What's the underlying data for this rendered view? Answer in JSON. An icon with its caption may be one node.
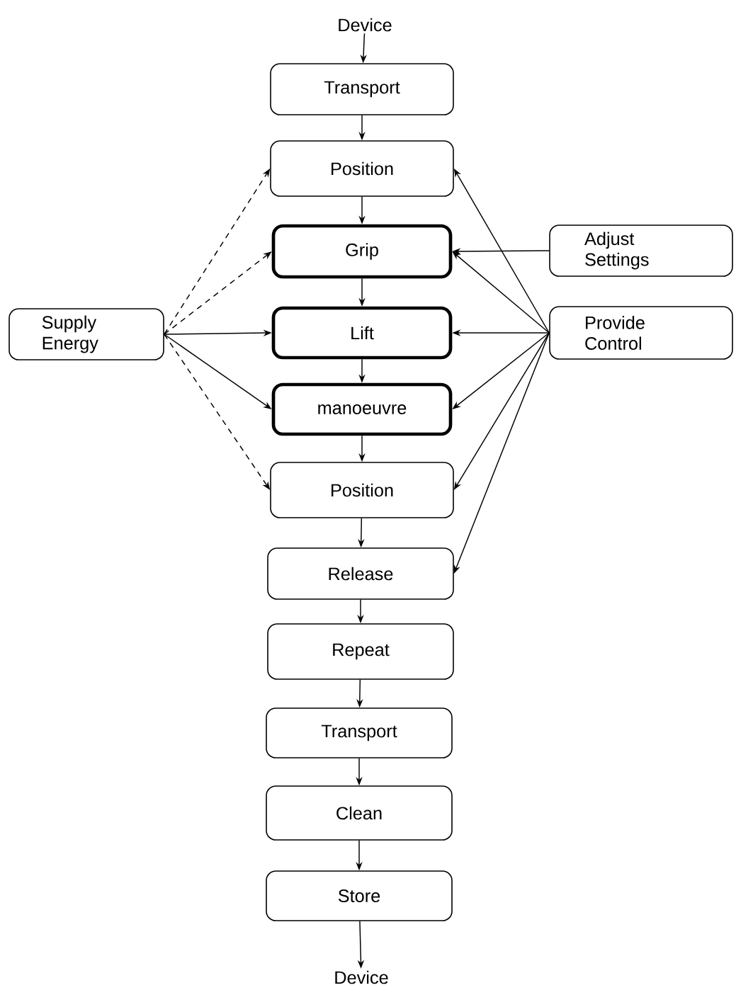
{
  "diagram": {
    "nodes": [
      {
        "text": [
          "Device"
        ]
      },
      {
        "text": [
          "Transport"
        ]
      },
      {
        "text": [
          "Position"
        ]
      },
      {
        "text": [
          "Grip"
        ]
      },
      {
        "text": [
          "Lift"
        ]
      },
      {
        "text": [
          "manoeuvre"
        ]
      },
      {
        "text": [
          "Position"
        ]
      },
      {
        "text": [
          "Release"
        ]
      },
      {
        "text": [
          "Repeat"
        ]
      },
      {
        "text": [
          "Transport"
        ]
      },
      {
        "text": [
          "Clean"
        ]
      },
      {
        "text": [
          "Store"
        ]
      },
      {
        "text": [
          "Device"
        ]
      },
      {
        "text": [
          "Supply Energy"
        ]
      },
      {
        "text": [
          "Adjust Settings"
        ]
      },
      {
        "text": [
          "Provide Control"
        ]
      }
    ],
    "edges": [
      {
        "from": 0,
        "to": 1,
        "arrow": "to"
      },
      {
        "from": 1,
        "to": 2,
        "arrow": "to"
      },
      {
        "from": 2,
        "to": 3,
        "arrow": "to"
      },
      {
        "from": 3,
        "to": 4,
        "arrow": "to"
      },
      {
        "from": 4,
        "to": 5,
        "arrow": "to"
      },
      {
        "from": 5,
        "to": 6,
        "arrow": "to"
      },
      {
        "from": 6,
        "to": 7,
        "arrow": "to"
      },
      {
        "from": 7,
        "to": 8,
        "arrow": "to"
      },
      {
        "from": 8,
        "to": 9,
        "arrow": "to"
      },
      {
        "from": 9,
        "to": 10,
        "arrow": "to"
      },
      {
        "from": 10,
        "to": 11,
        "arrow": "to"
      },
      {
        "from": 11,
        "to": 12,
        "arrow": "to"
      },
      {
        "from": 13,
        "to": 2,
        "arrow": "to",
        "style": "dashed"
      },
      {
        "from": 13,
        "to": 3,
        "arrow": "to",
        "style": "dashed"
      },
      {
        "from": 13,
        "to": 4,
        "arrow": "to"
      },
      {
        "from": 13,
        "to": 5,
        "arrow": "to"
      },
      {
        "from": 13,
        "to": 6,
        "arrow": "to",
        "style": "dashed"
      },
      {
        "from": 14,
        "to": 3,
        "arrow": "to"
      },
      {
        "from": 15,
        "to": 2,
        "arrow": "to"
      },
      {
        "from": 15,
        "to": 3,
        "arrow": "to"
      },
      {
        "from": 15,
        "to": 4,
        "arrow": "to"
      },
      {
        "from": 15,
        "to": 5,
        "arrow": "to"
      },
      {
        "from": 15,
        "to": 6,
        "arrow": "to"
      },
      {
        "from": 15,
        "to": 7,
        "arrow": "to"
      }
    ]
  }
}
